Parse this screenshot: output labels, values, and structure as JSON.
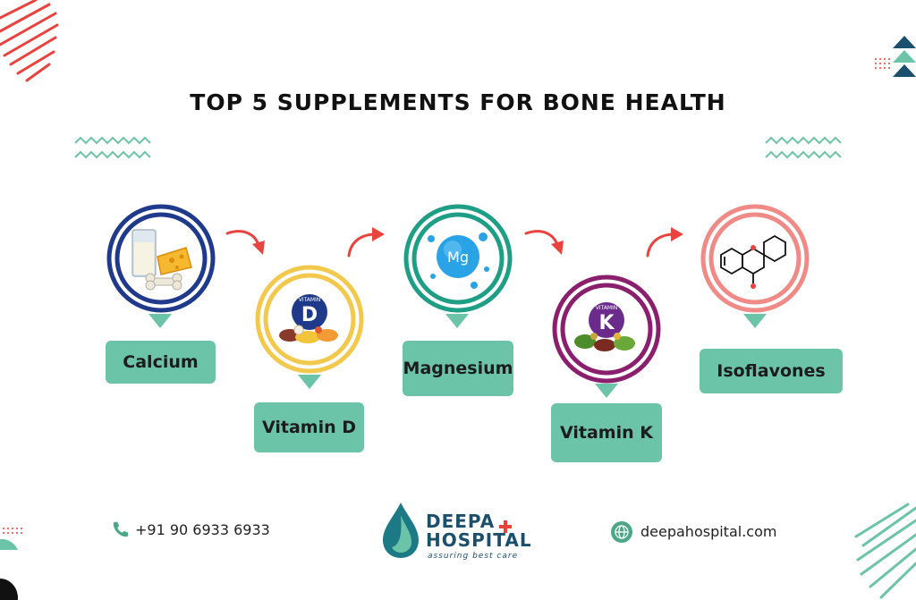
{
  "title": "TOP 5 SUPPLEMENTS FOR BONE HEALTH",
  "supplements": [
    {
      "label": "Calcium",
      "ring_color": "#1f3a8a"
    },
    {
      "label": "Vitamin D",
      "ring_color": "#f2c94c",
      "badge_small": "VITAMIN",
      "badge_letter": "D"
    },
    {
      "label": "Magnesium",
      "ring_color": "#1f9e86",
      "badge_letter": "Mg"
    },
    {
      "label": "Vitamin K",
      "ring_color": "#8a1f6e",
      "badge_small": "VITAMIN",
      "badge_letter": "K"
    },
    {
      "label": "Isoflavones",
      "ring_color": "#f08a86"
    }
  ],
  "accent_color": "#6cc4a8",
  "arrow_color": "#e8433f",
  "footer": {
    "phone": "+91 90 6933 6933",
    "website": "deepahospital.com",
    "logo_line1": "DEEPA",
    "logo_line2": "HOSPITAL",
    "logo_tagline": "assuring best care"
  },
  "icons": {
    "phone": "phone-icon",
    "web": "globe-icon"
  }
}
